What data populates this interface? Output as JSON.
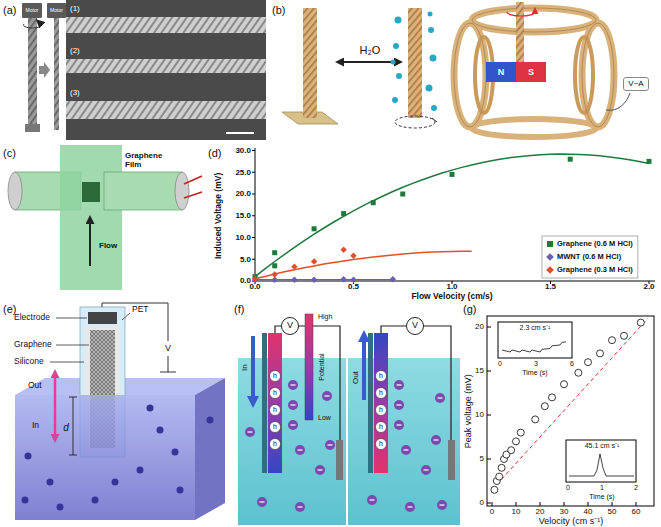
{
  "diagram": {
    "nodes": [
      {
        "text": [
          "V~A"
        ]
      },
      {
        "text": [
          "V"
        ]
      },
      {
        "text": [
          "V"
        ]
      }
    ],
    "labels": [
      "(a)",
      "Motor",
      "Motor",
      "(1)",
      "(2)",
      "(3)",
      "(b)",
      "H₂O",
      "N",
      "S",
      "(c)",
      "Graphene Film",
      "Flow",
      "(d)",
      "Induced Voltage (mV)",
      "0.0",
      "5.0",
      "10.0",
      "15.0",
      "20.0",
      "25.0",
      "30.0",
      "0.0",
      "0.5",
      "1.0",
      "1.5",
      "2.0",
      "Flow Velocity (cm/s)",
      "(e)",
      "Electrode",
      "PET",
      "Graphene",
      "Silicone",
      "Out",
      "In",
      "d",
      "V",
      "(f)",
      "High",
      "Potential",
      "Low",
      "In",
      "Out",
      "h",
      "h",
      "h",
      "h",
      "h",
      "h",
      "h",
      "h",
      "h",
      "h",
      "(g)",
      "0",
      "5",
      "10",
      "15",
      "20",
      "0",
      "10",
      "20",
      "30",
      "40",
      "50",
      "60",
      "Peak voltage (mV)",
      "Velocity (cm s⁻¹)",
      "2.3 cm s⁻¹",
      "Time (s)",
      "0",
      "3",
      "6",
      "45.1 cm s⁻¹",
      "Time (s)",
      "0",
      "1",
      "2"
    ],
    "legend": [
      {
        "text": "Graphene (0.6 M HCl)",
        "color": "#1e7a3c"
      },
      {
        "text": "MWNT (0.6 M HCl)",
        "color": "#6b5fb0"
      },
      {
        "text": "Graphene (0.3 M HCl)",
        "color": "#e0502a"
      }
    ]
  }
}
